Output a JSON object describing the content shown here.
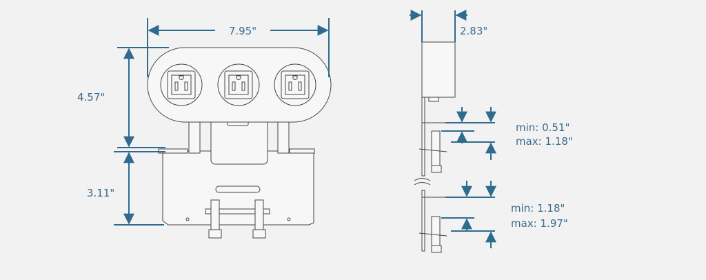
{
  "dimensions": {
    "width": "7.95\"",
    "depth": "2.83\"",
    "upper_height": "4.57\"",
    "lower_height": "3.11\"",
    "clamp1_min": "min: 0.51\"",
    "clamp1_max": "max: 1.18\"",
    "clamp2_min": "min: 1.18\"",
    "clamp2_max": "max: 1.97\""
  },
  "colors": {
    "dimension": "#2f6b8f",
    "line": "#444444",
    "background": "#f2f2f2"
  }
}
